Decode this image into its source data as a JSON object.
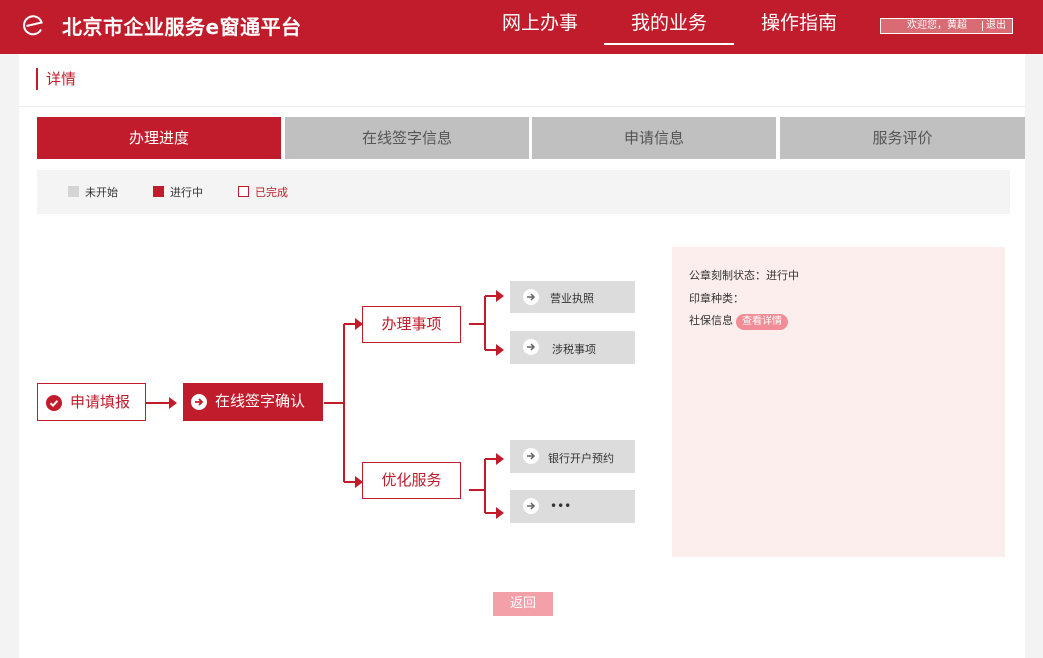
{
  "header": {
    "site_title": "北京市企业服务e窗通平台",
    "nav": [
      "网上办事",
      "我的业务",
      "操作指南"
    ],
    "active_nav": "我的业务",
    "greeting": "欢迎您，黄超",
    "logout": "退出"
  },
  "breadcrumb": "详情",
  "tabs": [
    "办理进度",
    "在线签字信息",
    "申请信息",
    "服务评价"
  ],
  "active_tab": "办理进度",
  "legend": {
    "not_started": "未开始",
    "in_progress": "进行中",
    "completed": "已完成"
  },
  "flow": {
    "step1": "申请填报",
    "step2": "在线签字确认",
    "branch1": "办理事项",
    "branch2": "优化服务",
    "items1": [
      "营业执照",
      "涉税事项"
    ],
    "items2": [
      "银行开户预约",
      "•••"
    ]
  },
  "info": {
    "seal_status_label": "公章刻制状态：",
    "seal_status_value": "进行中",
    "seal_type_label": "印章种类：",
    "social_label": "社保信息",
    "view_details": "查看详情"
  },
  "back_button": "返回",
  "colors": {
    "brand": "#c11c2b",
    "inactive_tab": "#c0c0c0",
    "info_bg": "#fdeeee",
    "button": "#f4a0a9"
  }
}
